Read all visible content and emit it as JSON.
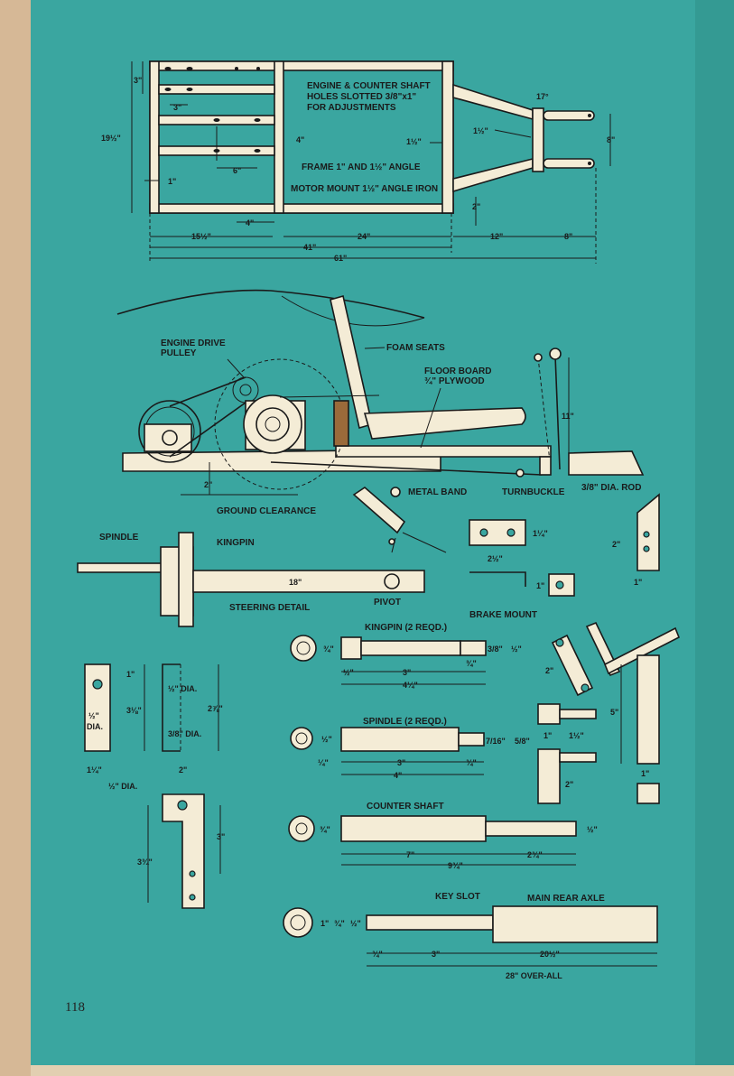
{
  "page_number": "118",
  "frame": {
    "note_engine": [
      "ENGINE & COUNTER SHAFT",
      "HOLES SLOTTED 3/8\"x1\"",
      "FOR ADJUSTMENTS"
    ],
    "note_frame": "FRAME 1\" AND 1½\" ANGLE",
    "note_motor": "MOTOR MOUNT 1½\" ANGLE IRON",
    "dims": {
      "d3a": "3\"",
      "d3b": "3\"",
      "d19": "19½\"",
      "d4v": "4\"",
      "d6": "6\"",
      "d1": "1\"",
      "d1_5a": "1½\"",
      "d1_5b": "1½\"",
      "d17": "17°",
      "d8v": "8\"",
      "d2": "2\"",
      "d4h": "4\"",
      "d15": "15½\"",
      "d24": "24\"",
      "d12": "12\"",
      "d8h": "8\"",
      "d41": "41\"",
      "d61": "61\""
    }
  },
  "side": {
    "engine_drive_pulley": [
      "ENGINE DRIVE",
      "PULLEY"
    ],
    "foam_seats": "FOAM SEATS",
    "floor_board": [
      "FLOOR BOARD",
      "¾\" PLYWOOD"
    ],
    "d11": "11\"",
    "d2": "2\"",
    "ground_clearance": "GROUND CLEARANCE",
    "metal_band": "METAL BAND",
    "turnbuckle": "TURNBUCKLE",
    "dia_rod": "3/8\" DIA. ROD"
  },
  "steering": {
    "spindle": "SPINDLE",
    "kingpin": "KINGPIN",
    "d18": "18\"",
    "title": "STEERING DETAIL",
    "pivot": "PIVOT"
  },
  "brake": {
    "d1_25": "1¼\"",
    "d2_5": "2½\"",
    "d1": "1\"",
    "title": "BRAKE MOUNT",
    "d2r": "2\"",
    "d1r": "1\""
  },
  "kingpin_part": {
    "title": "KINGPIN (2 REQD.)",
    "d3_4a": "¾\"",
    "d3_8": "3/8\"",
    "d1_2r": "½\"",
    "d3_4b": "¾\"",
    "d1_2l": "½\"",
    "d3": "3\"",
    "d4_25": "4¼\""
  },
  "spindle_part": {
    "title": "SPINDLE (2 REQD.)",
    "d1_2": "½\"",
    "d7_16": "7/16\"",
    "d5_8": "5/8\"",
    "d1_4": "¼\"",
    "d3": "3\"",
    "d3_4": "¾\"",
    "d4": "4\""
  },
  "counter_shaft": {
    "title": "COUNTER SHAFT",
    "d3_4": "¾\"",
    "d1_2": "½\"",
    "d7": "7\"",
    "d2_75": "2¾\"",
    "d9_75": "9¾\""
  },
  "rear_axle": {
    "key_slot": "KEY SLOT",
    "title": "MAIN REAR AXLE",
    "d1": "1\"",
    "d3_4": "¾\"",
    "d1_2": "½\"",
    "d3_4b": "¾\"",
    "d3": "3\"",
    "d20_5": "20½\"",
    "d28": "28\" OVER-ALL"
  },
  "bracket": {
    "d1": "1\"",
    "d1_2dia_label": "½\"",
    "dia": "DIA.",
    "d3_125": "3⅛\"",
    "d1_2dia2": "½\" DIA.",
    "d2_875": "2⅞\"",
    "d3_8dia": "3/8\" DIA.",
    "d1_25": "1¼\"",
    "d2": "2\""
  },
  "bar": {
    "d1_2dia": "½\" DIA.",
    "d3": "3\"",
    "d3_75": "3¾\""
  },
  "pedal": {
    "d2": "2\"",
    "d1": "1\"",
    "d1_5": "1½\"",
    "d2b": "2\"",
    "d5": "5\"",
    "d1b": "1\""
  },
  "colors": {
    "paper": "#3aa6a0",
    "part": "#f4ecd6",
    "ink": "#1a1a1a"
  }
}
